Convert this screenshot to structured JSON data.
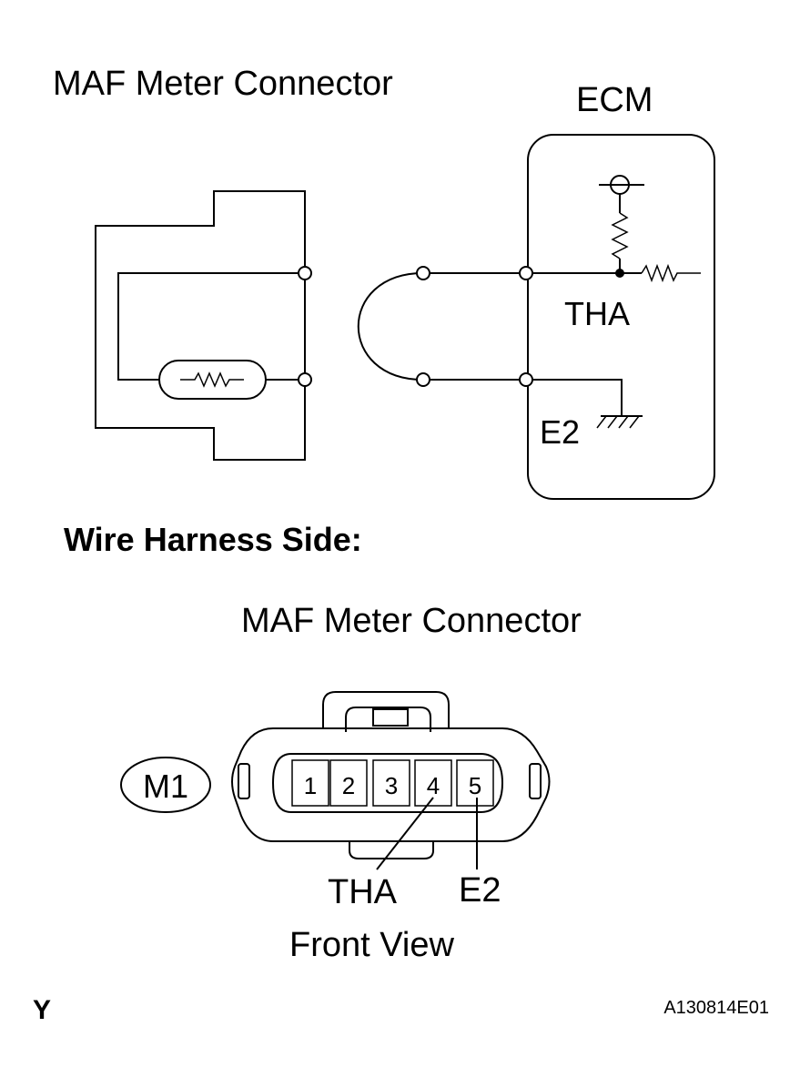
{
  "schematic": {
    "title": "MAF Meter Connector",
    "ecm_label": "ECM",
    "tha_label": "THA",
    "e2_label": "E2"
  },
  "section_heading": "Wire Harness Side:",
  "connector_view": {
    "title": "MAF Meter Connector",
    "code": "M1",
    "pins": [
      "1",
      "2",
      "3",
      "4",
      "5"
    ],
    "tha_label": "THA",
    "e2_label": "E2",
    "caption": "Front View"
  },
  "footer": {
    "left_mark": "Y",
    "figure_id": "A130814E01"
  }
}
